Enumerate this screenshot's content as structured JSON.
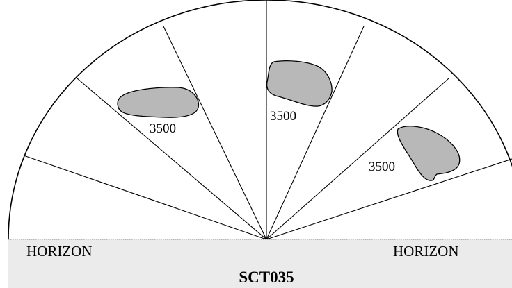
{
  "sky_cover": {
    "label": "SCT035",
    "horizon_left": "HORIZON",
    "horizon_right": "HORIZON",
    "cloud_fill": "#b8b8b8",
    "ground_fill": "#ebebeb",
    "clouds": [
      {
        "altitude_label": "3500"
      },
      {
        "altitude_label": "3500"
      },
      {
        "altitude_label": "3500"
      }
    ]
  }
}
